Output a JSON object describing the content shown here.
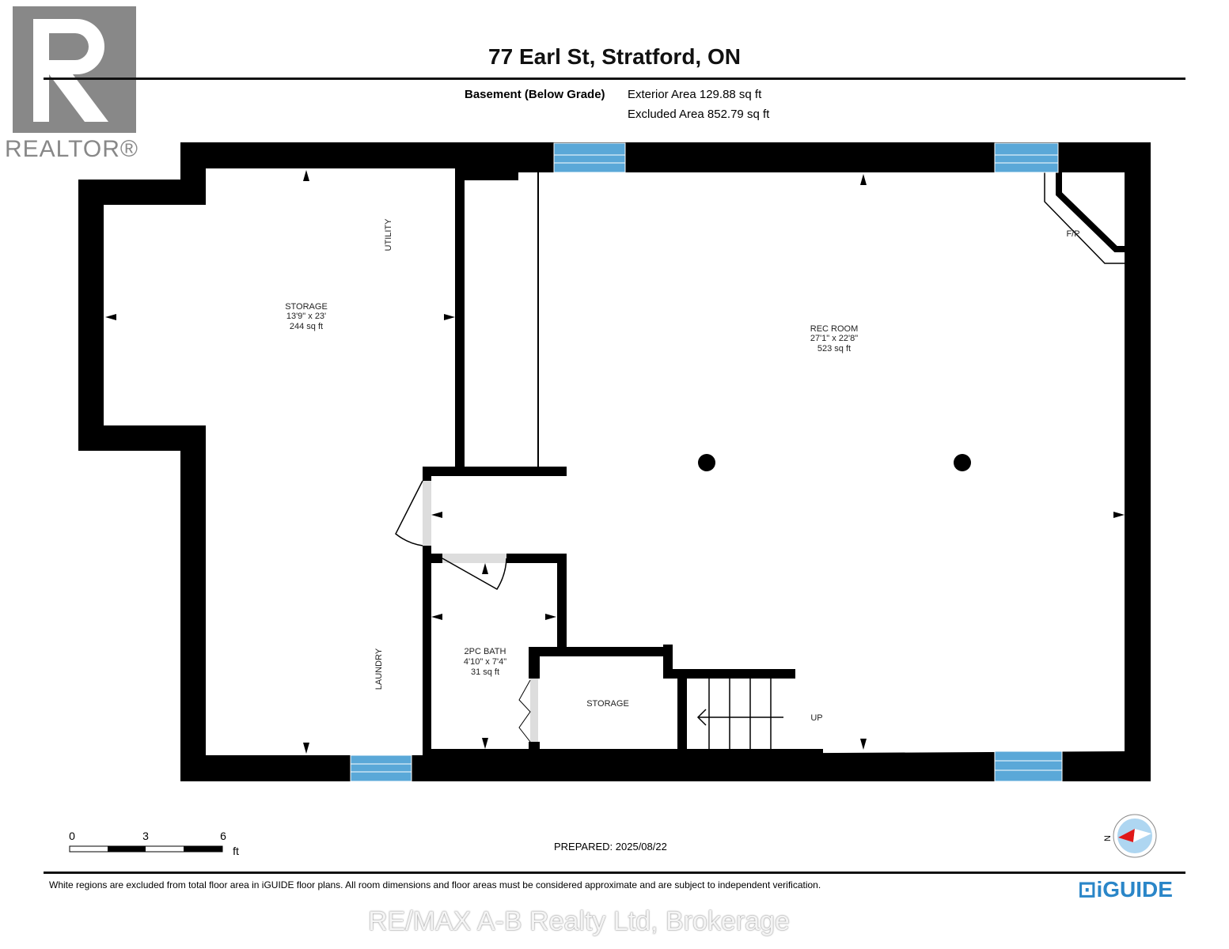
{
  "header": {
    "title": "77 Earl St, Stratford, ON",
    "level": "Basement (Below Grade)",
    "exterior_area": "Exterior Area 129.88 sq ft",
    "excluded_area": "Excluded Area 852.79 sq ft"
  },
  "logo": {
    "realtor": "REALTOR®",
    "iguide": "iGUIDE"
  },
  "rooms": {
    "storage_main": {
      "name": "STORAGE",
      "dims": "13'9\" x 23'",
      "area": "244 sq ft"
    },
    "rec": {
      "name": "REC ROOM",
      "dims": "27'1\" x 22'8\"",
      "area": "523 sq ft"
    },
    "bath": {
      "name": "2PC BATH",
      "dims": "4'10\" x 7'4\"",
      "area": "31 sq ft"
    },
    "storage_small": {
      "name": "STORAGE"
    },
    "utility": "UTILITY",
    "laundry": "LAUNDRY",
    "fp": "F/P",
    "up": "UP"
  },
  "scale": {
    "ticks": [
      "0",
      "3",
      "6"
    ],
    "unit": "ft"
  },
  "compass": {
    "label": "N"
  },
  "prepared": "PREPARED: 2025/08/22",
  "footer": "White regions are excluded from total floor area in iGUIDE floor plans. All room dimensions and floor areas must be considered approximate and are subject to independent verification.",
  "brokerage": "RE/MAX A-B Realty Ltd, Brokerage",
  "colors": {
    "window": "#5aa8d8",
    "wall": "#000000",
    "compass_red": "#e01818"
  }
}
